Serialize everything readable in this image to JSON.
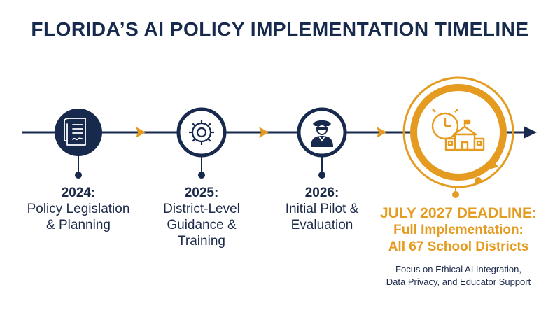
{
  "title": "FLORIDA’S AI POLICY IMPLEMENTATION TIMELINE",
  "milestones": [
    {
      "year": "2024:",
      "lines": [
        "Policy Legislation",
        "& Planning"
      ],
      "icon": "document-scroll-icon"
    },
    {
      "year": "2025:",
      "lines": [
        "District-Level",
        "Guidance &",
        "Training"
      ],
      "icon": "gear-icon"
    },
    {
      "year": "2026:",
      "lines": [
        "Initial Pilot &",
        "Evaluation"
      ],
      "icon": "pilot-person-icon"
    }
  ],
  "deadline": {
    "heading": "JULY 2027 DEADLINE:",
    "line1": "Full Implementation:",
    "line2": "All 67 School Districts",
    "icon": "clock-school-icon"
  },
  "note": {
    "line1": "Focus on Ethical AI Integration,",
    "line2": "Data Privacy, and Educator Support"
  },
  "colors": {
    "navy": "#17294d",
    "orange": "#e49b1f",
    "white": "#ffffff"
  }
}
